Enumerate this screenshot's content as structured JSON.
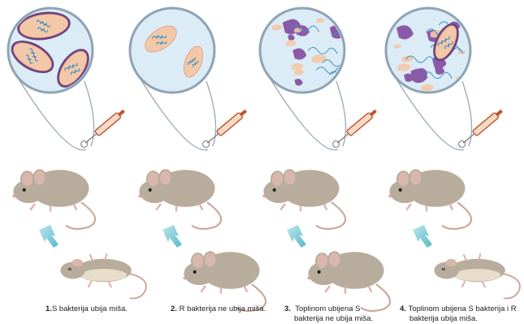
{
  "colors": {
    "bubble_bg": "#dcecf6",
    "bubble_ring": "#8fa3b4",
    "capsule_fill": "#f3c8a8",
    "capsule_ring_s": "#6a3f86",
    "dna": "#3b8fc0",
    "debris": "#8a5aa8",
    "mouse_fur": "#b8ad9c",
    "arrow": "#57b9c9",
    "syringe": "#c0552b"
  },
  "panels": [
    {
      "id": "s",
      "num": "1.",
      "text": [
        "S bakterija ubija miša."
      ],
      "bubble": "s_live",
      "outcome": "dead"
    },
    {
      "id": "r",
      "num": "2.",
      "text": [
        "R bakterija ne ubija miša."
      ],
      "bubble": "r_live",
      "outcome": "alive"
    },
    {
      "id": "heat",
      "num": "3.",
      "text": [
        "Toplinom ubijena S",
        "bakterija ne ubija miša."
      ],
      "bubble": "heat_killed",
      "outcome": "alive"
    },
    {
      "id": "mix",
      "num": "4.",
      "text": [
        "Toplinom ubijena S bakterija i R",
        "bakterija ubija miša."
      ],
      "bubble": "mixed",
      "outcome": "dead"
    }
  ]
}
